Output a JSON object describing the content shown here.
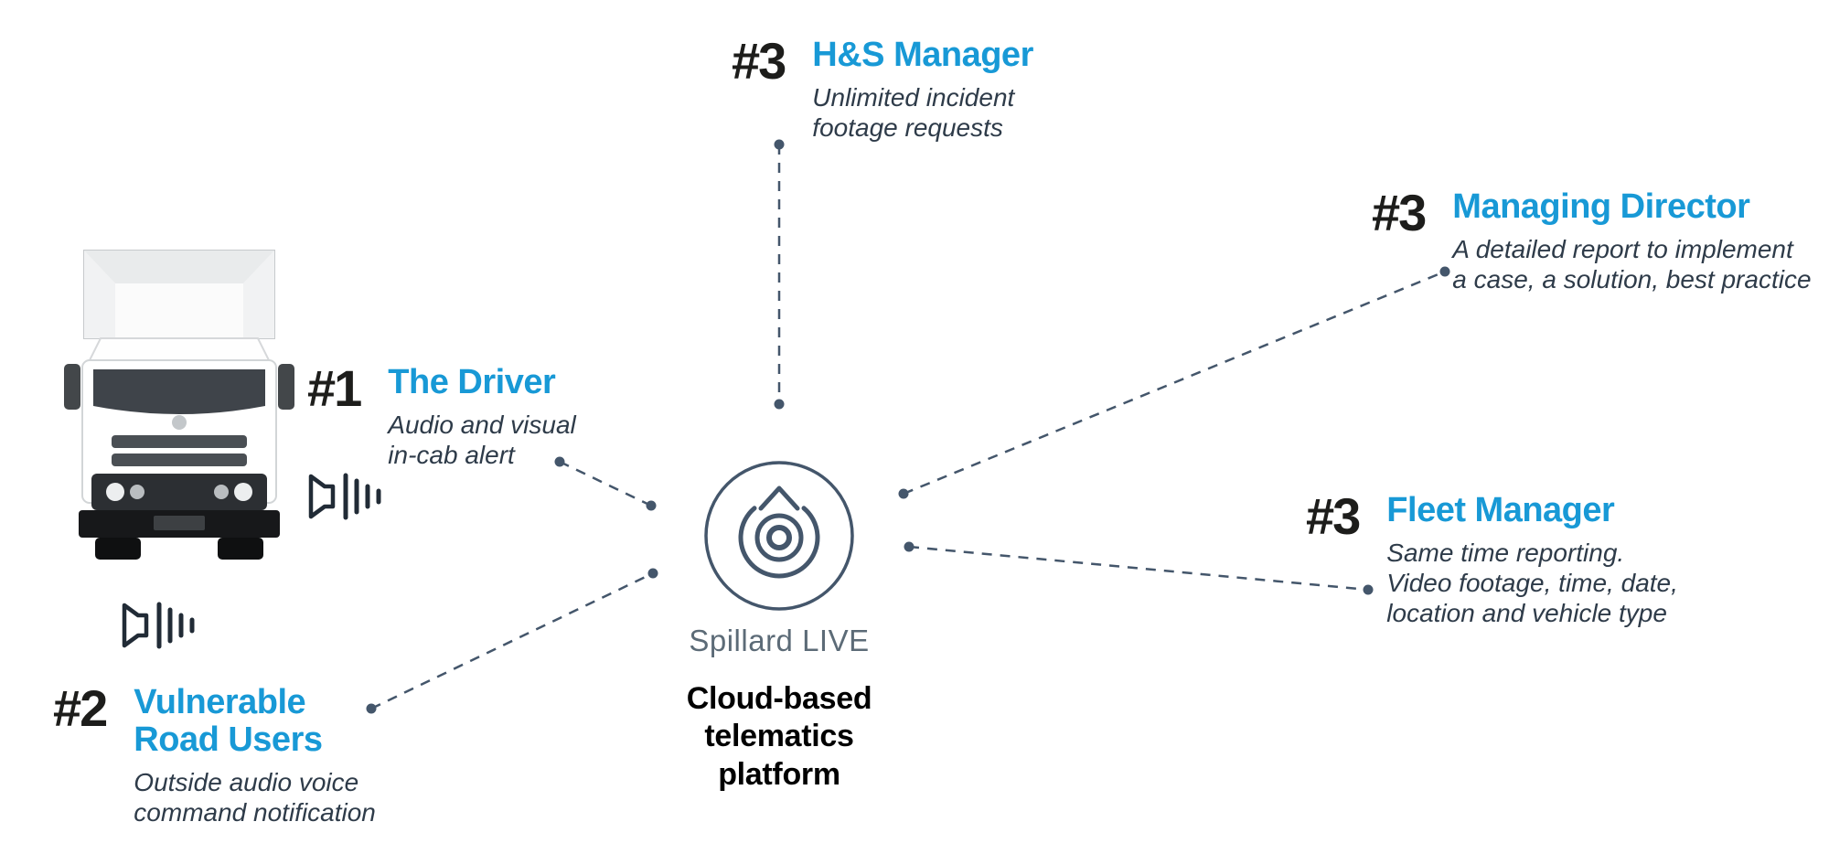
{
  "colors": {
    "accent_blue": "#1899d6",
    "number_dark": "#1d1d1b",
    "body_text": "#2e3b49",
    "connector": "#44566b",
    "background": "#ffffff"
  },
  "center": {
    "logo_label": "Spillard LIVE",
    "caption": "Cloud-based\ntelematics platform"
  },
  "nodes": {
    "driver": {
      "number": "#1",
      "title": "The Driver",
      "desc": "Audio and visual\nin-cab alert"
    },
    "vulnerable_road_users": {
      "number": "#2",
      "title": "Vulnerable\nRoad Users",
      "desc": "Outside audio voice\ncommand notification"
    },
    "hs_manager": {
      "number": "#3",
      "title": "H&S Manager",
      "desc": "Unlimited incident\nfootage requests"
    },
    "managing_director": {
      "number": "#3",
      "title": "Managing Director",
      "desc": "A detailed report to implement\na case, a solution, best practice"
    },
    "fleet_manager": {
      "number": "#3",
      "title": "Fleet Manager",
      "desc": "Same time reporting.\nVideo footage, time, date,\nlocation and vehicle type"
    }
  },
  "icons": {
    "truck": "truck-front-icon",
    "in_cab_speaker": "speaker-icon",
    "outside_speaker": "speaker-icon",
    "hub": "spillard-live-logo-icon"
  }
}
